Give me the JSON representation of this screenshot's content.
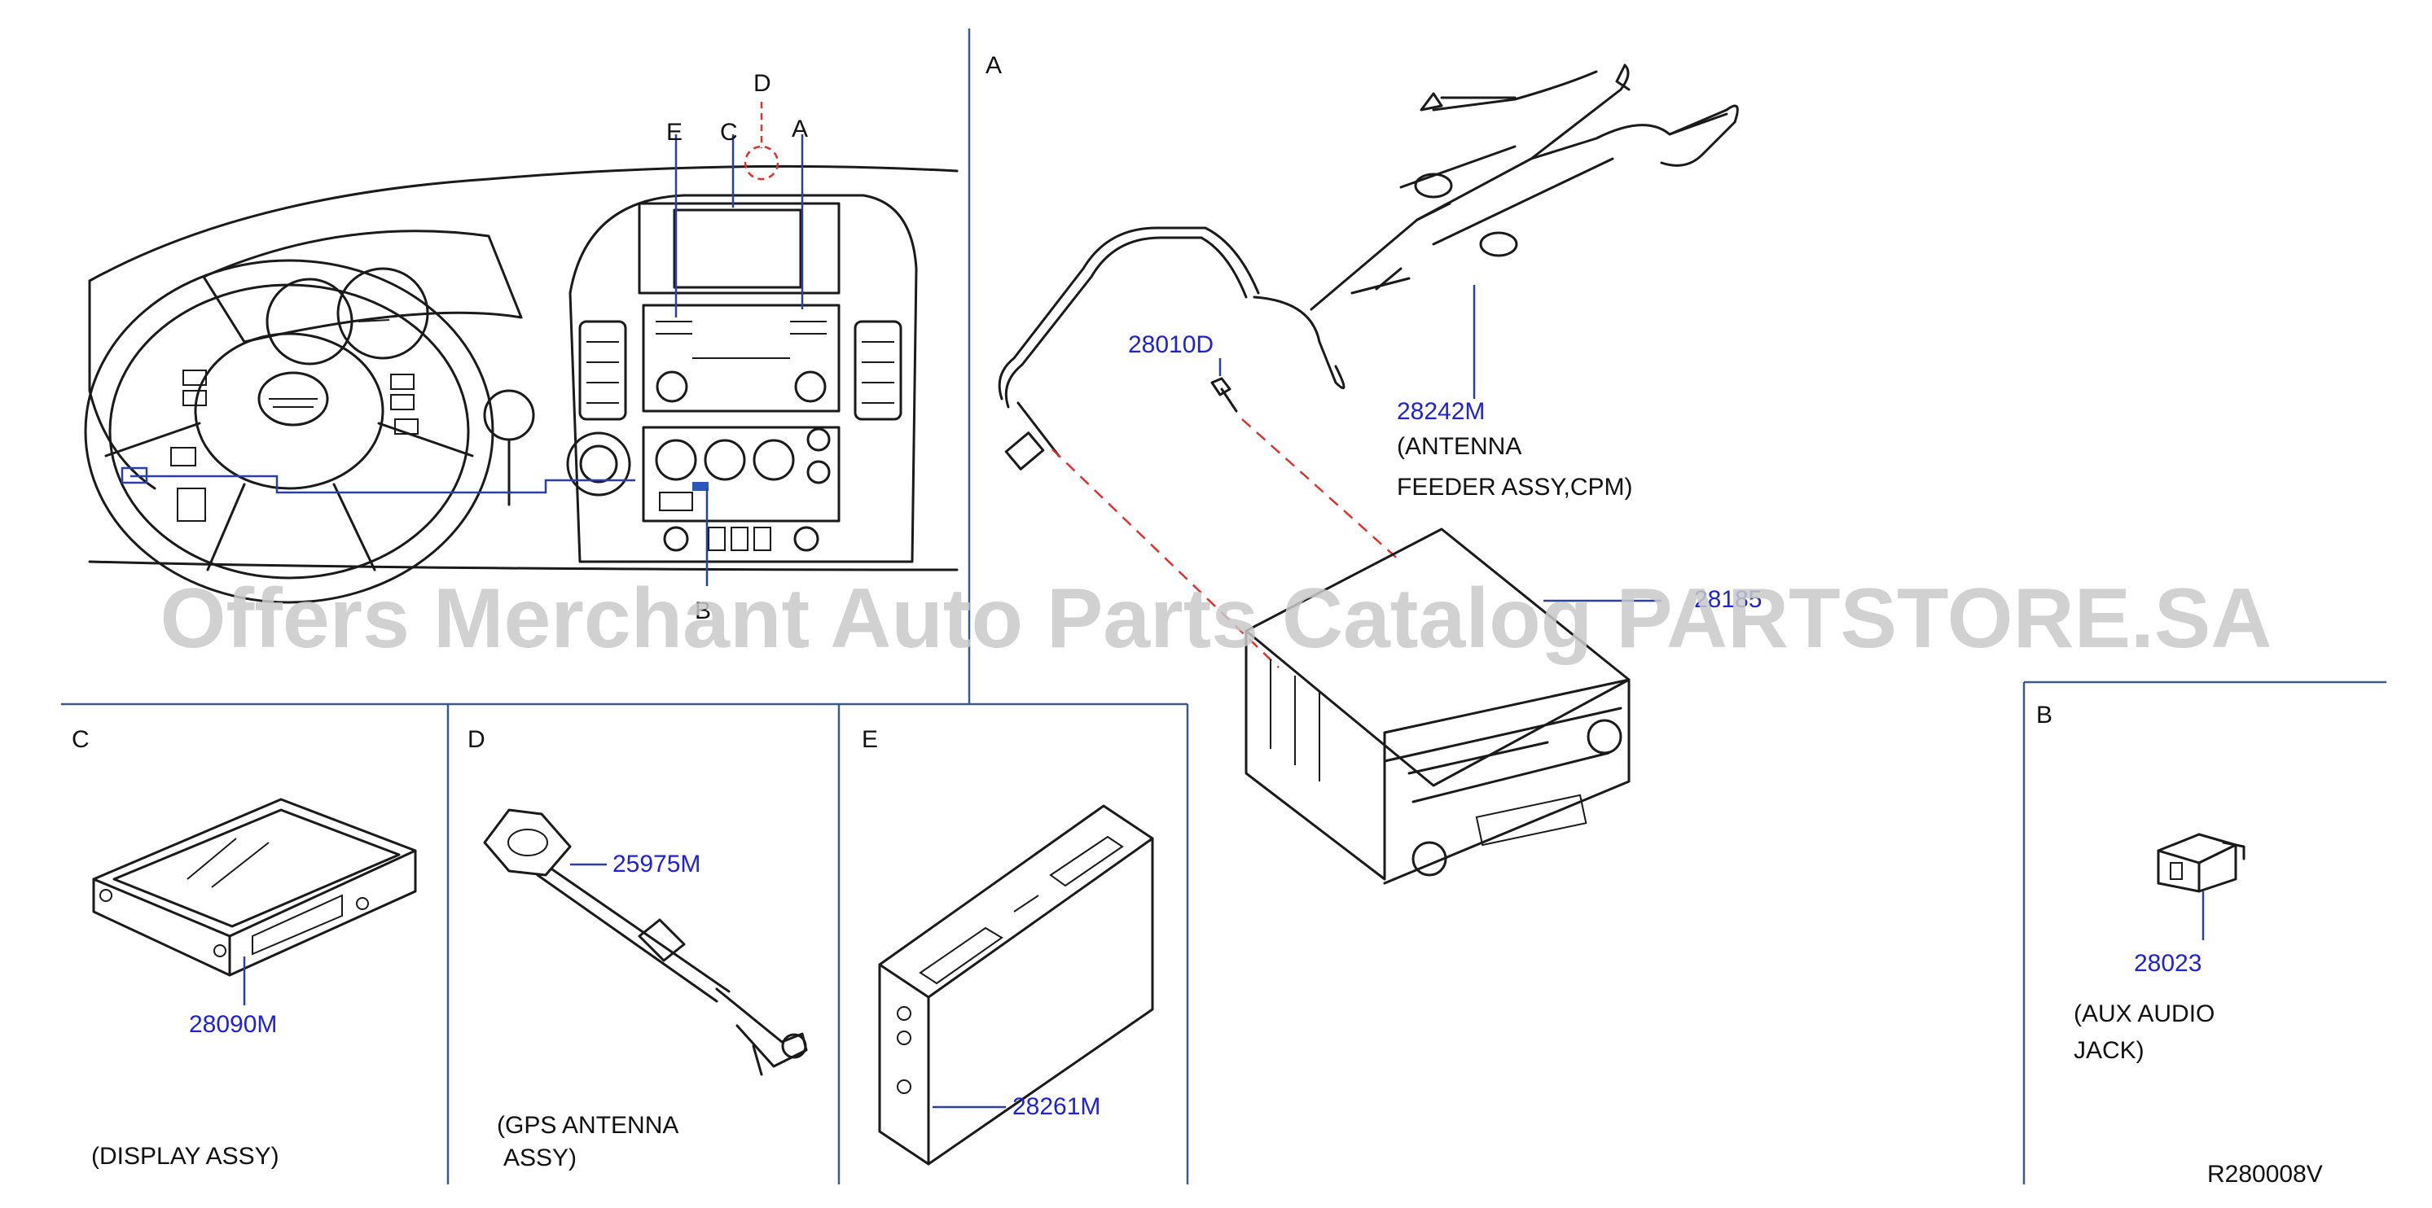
{
  "watermark": "Offers Merchant Auto Parts Catalog PARTSTORE.SA",
  "diagram_code": "R280008V",
  "colors": {
    "part_number": "#1f22d6",
    "frame": "#3c5a8a",
    "dashed": "#e03030",
    "ink": "#1a1a1a"
  },
  "overview": {
    "callouts": {
      "e": "E",
      "c": "C",
      "d": "D",
      "a": "A",
      "b": "B"
    }
  },
  "sections": {
    "a": {
      "letter": "A",
      "parts": [
        {
          "number": "28010D",
          "description": ""
        },
        {
          "number": "28242M",
          "description": [
            "(ANTENNA",
            "FEEDER ASSY,CPM)"
          ]
        },
        {
          "number": "28185",
          "description": ""
        }
      ]
    },
    "b": {
      "letter": "B",
      "part": {
        "number": "28023",
        "description": [
          "(AUX AUDIO",
          "JACK)"
        ]
      }
    },
    "c": {
      "letter": "C",
      "part": {
        "number": "28090M",
        "description": "(DISPLAY ASSY)"
      }
    },
    "d": {
      "letter": "D",
      "part": {
        "number": "25975M",
        "description": [
          "(GPS ANTENNA",
          "ASSY)"
        ]
      }
    },
    "e": {
      "letter": "E",
      "part": {
        "number": "28261M",
        "description": ""
      }
    }
  }
}
